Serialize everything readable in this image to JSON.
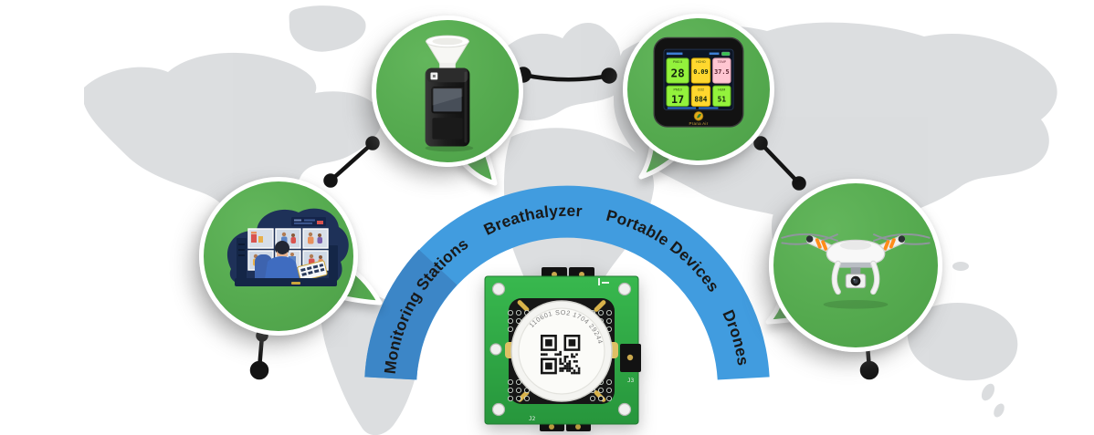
{
  "palette": {
    "bubble_green": "#55aa4f",
    "arc_blue": "#419CDF",
    "arc_blue_dark": "#3C86C7",
    "map_gray": "#dadcde",
    "connector_black": "#141414",
    "pcb_green": "#2fae47"
  },
  "arc": {
    "labels": [
      "Monitoring Stations",
      "Breathalyzer",
      "Portable Devices",
      "Drones"
    ]
  },
  "bubbles": {
    "icons": [
      "control-room-illustration",
      "breathalyzer-device",
      "air-quality-monitor-device",
      "drone-illustration"
    ]
  },
  "sensor_module": {
    "serial": "110601 SO2 1704 29244",
    "silk_right": "J3",
    "silk_bottom": "J2"
  },
  "portable_monitor": {
    "brand": "Prana Air",
    "readings": [
      {
        "label": "PM2.5",
        "value": "28",
        "color": "#93f23c"
      },
      {
        "label": "HCHO",
        "value": "0.09",
        "color": "#ffd72e"
      },
      {
        "label": "TEMP",
        "value": "37.5",
        "color": "#ffc6d2"
      },
      {
        "label": "PM10",
        "value": "17",
        "color": "#93f23c"
      },
      {
        "label": "CO2",
        "value": "884",
        "color": "#ffd72e"
      },
      {
        "label": "HUM",
        "value": "51",
        "color": "#93f23c"
      }
    ]
  }
}
